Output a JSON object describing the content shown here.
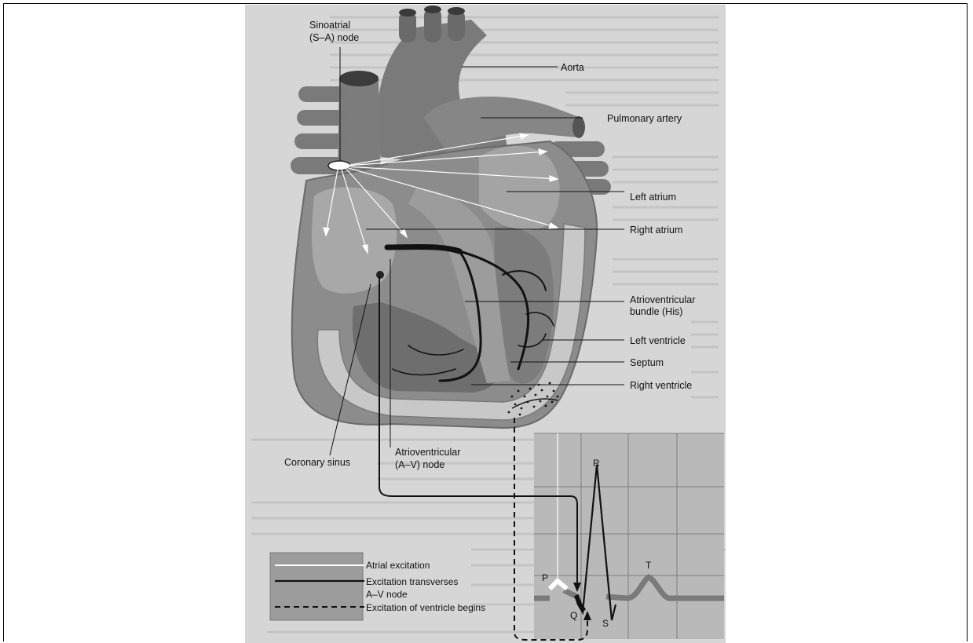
{
  "labels": {
    "sa_node_line1": "Sinoatrial",
    "sa_node_line2": "(S–A) node",
    "aorta": "Aorta",
    "pulmonary_artery": "Pulmonary artery",
    "left_atrium": "Left atrium",
    "right_atrium": "Right atrium",
    "av_bundle_line1": "Atrioventricular",
    "av_bundle_line2": "bundle (His)",
    "left_ventricle": "Left ventricle",
    "septum": "Septum",
    "right_ventricle": "Right ventricle",
    "coronary_sinus": "Coronary sinus",
    "av_node_line1": "Atrioventricular",
    "av_node_line2": "(A–V) node"
  },
  "legend": {
    "atrial_excitation": "Atrial excitation",
    "av_transverse_line1": "Excitation transverses",
    "av_transverse_line2": "A–V node",
    "ventricle_begins": "Excitation of ventricle begins"
  },
  "ecg": {
    "p": "P",
    "q": "Q",
    "r": "R",
    "s": "S",
    "t": "T"
  },
  "colors": {
    "heart_tissue": "#8c8c8c",
    "heart_dark": "#5a5a5a",
    "chamber_light": "#b4b4b4",
    "page_bg": "#d9d9d9",
    "ecg_bg": "#b8b8b8",
    "conduction": "#111111"
  }
}
